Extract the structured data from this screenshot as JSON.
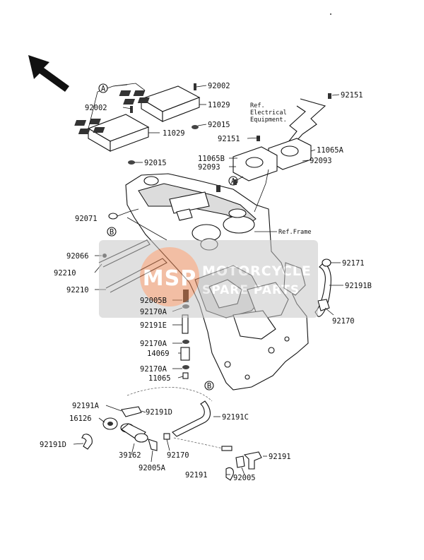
{
  "diagram": {
    "refs": {
      "electrical": [
        "Ref.",
        "Electrical",
        "Equipment."
      ],
      "frame": "Ref.Frame"
    },
    "callouts": {
      "A": "A",
      "B": "B"
    },
    "watermark": {
      "logo": "MSP",
      "line1": "MOTORCYCLE",
      "line2": "SPARE PARTS"
    },
    "parts": {
      "p92002a": "92002",
      "p92002b": "92002",
      "p11029a": "11029",
      "p11029b": "11029",
      "p92015a": "92015",
      "p92015b": "92015",
      "p92151a": "92151",
      "p92151b": "92151",
      "p11065B": "11065B",
      "p11065A": "11065A",
      "p92093a": "92093",
      "p92093b": "92093",
      "p92071": "92071",
      "p92066": "92066",
      "p92210a": "92210",
      "p92210b": "92210",
      "p92171": "92171",
      "p92191B": "92191B",
      "p92005B": "92005B",
      "p92170Aa": "92170A",
      "p92191E": "92191E",
      "p92170a": "92170",
      "p92170Ab": "92170A",
      "p14069": "14069",
      "p92170Ac": "92170A",
      "p11065": "11065",
      "p92191A": "92191A",
      "p92191Da": "92191D",
      "p16126": "16126",
      "p92191C": "92191C",
      "p92191Db": "92191D",
      "p39162": "39162",
      "p92170b": "92170",
      "p92191a": "92191",
      "p92005A": "92005A",
      "p92191b": "92191",
      "p92005": "92005"
    }
  }
}
